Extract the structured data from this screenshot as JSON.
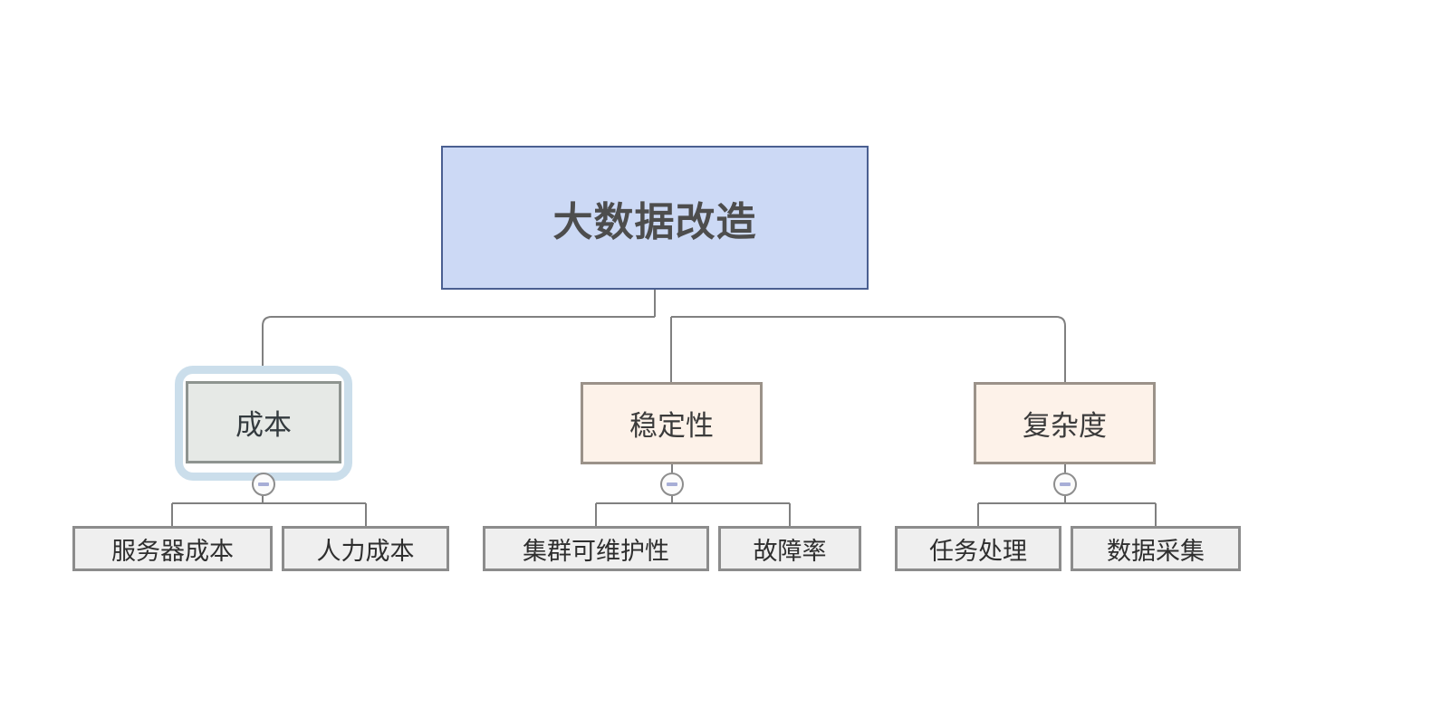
{
  "diagram": {
    "title": "大数据改造",
    "type": "tree-mindmap",
    "background": "#ffffff",
    "root": {
      "id": "root",
      "label": "大数据改造",
      "fill": "#ccd9f5",
      "border": "#4a5f91"
    },
    "branches": [
      {
        "id": "cost",
        "label": "成本",
        "fill": "#e6e9e6",
        "border": "#8e9490",
        "selected": true,
        "selection_color": "#cbdeeb",
        "collapsed": false,
        "toggle_icon": "minus-circle-icon",
        "children": [
          {
            "id": "server-cost",
            "label": "服务器成本",
            "fill": "#efefef",
            "border": "#8c8c8c"
          },
          {
            "id": "labor-cost",
            "label": "人力成本",
            "fill": "#efefef",
            "border": "#8c8c8c"
          }
        ]
      },
      {
        "id": "stability",
        "label": "稳定性",
        "fill": "#fdf2e9",
        "border": "#9b9289",
        "selected": false,
        "collapsed": false,
        "toggle_icon": "minus-circle-icon",
        "children": [
          {
            "id": "cluster-maintainability",
            "label": "集群可维护性",
            "fill": "#efefef",
            "border": "#8c8c8c"
          },
          {
            "id": "failure-rate",
            "label": "故障率",
            "fill": "#efefef",
            "border": "#8c8c8c"
          }
        ]
      },
      {
        "id": "complexity",
        "label": "复杂度",
        "fill": "#fdf2e9",
        "border": "#9b9289",
        "selected": false,
        "collapsed": false,
        "toggle_icon": "minus-circle-icon",
        "children": [
          {
            "id": "task-processing",
            "label": "任务处理",
            "fill": "#efefef",
            "border": "#8c8c8c"
          },
          {
            "id": "data-collection",
            "label": "数据采集",
            "fill": "#efefef",
            "border": "#8c8c8c"
          }
        ]
      }
    ],
    "edges": {
      "color": "#808080",
      "width": 2,
      "style": "orthogonal-rounded"
    }
  }
}
